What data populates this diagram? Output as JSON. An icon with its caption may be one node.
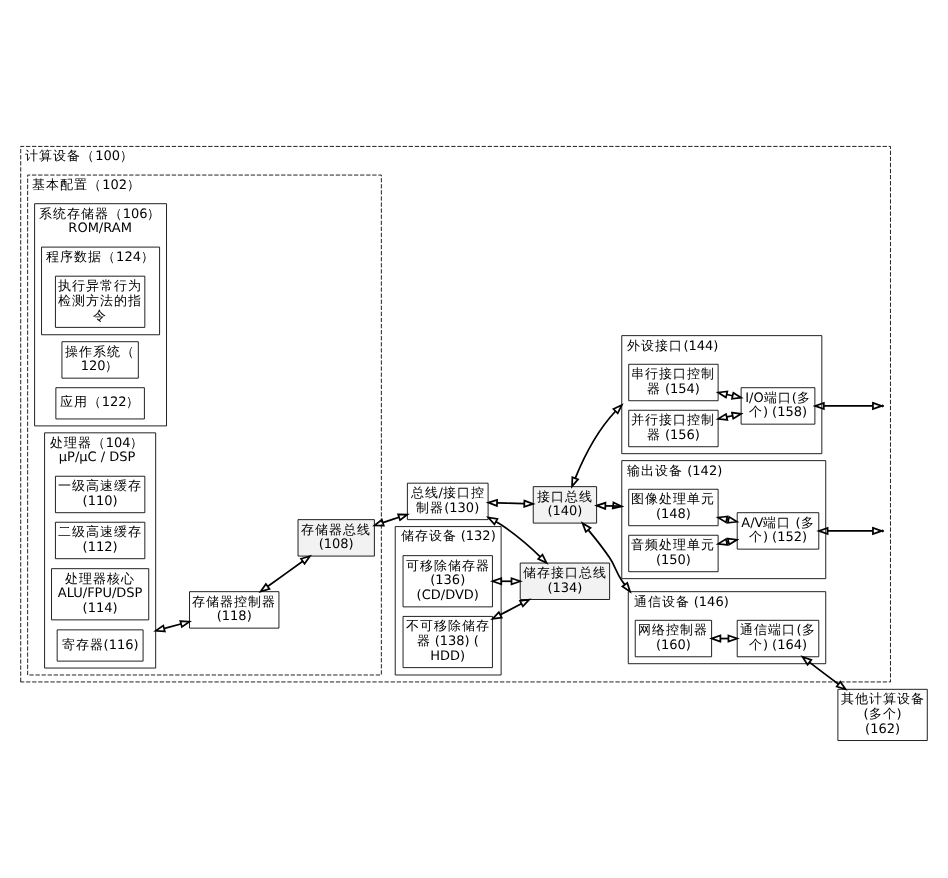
{
  "diagram": {
    "nodes": [
      {
        "text": [
          "计算设备（100）"
        ]
      },
      {
        "text": [
          "基本配置（102）"
        ],
        "in": 0
      },
      {
        "text": [
          "系统存储器（106）",
          "ROM/RAM"
        ],
        "in": 1
      },
      {
        "text": [
          "操作系统（120）"
        ],
        "in": 2
      },
      {
        "text": [
          "应用（122）"
        ],
        "in": 2
      },
      {
        "text": [
          "程序数据（124）"
        ],
        "in": 2
      },
      {
        "text": [
          "执行异常行为检测方法的指令"
        ],
        "in": 5
      },
      {
        "text": [
          "处理器（104）",
          "μP/μC / DSP"
        ],
        "in": 1
      },
      {
        "text": [
          "一级高速缓存(110)"
        ],
        "in": 7
      },
      {
        "text": [
          "二级高速缓存(112)"
        ],
        "in": 7
      },
      {
        "text": [
          "处理器核心 ALU/FPU/DSP (114)"
        ],
        "in": 7
      },
      {
        "text": [
          "寄存器(116)"
        ],
        "in": 7
      },
      {
        "text": [
          "存储器控制器(118)"
        ],
        "in": 1
      },
      {
        "text": [
          "存储器总线 (108)"
        ],
        "in": 1
      },
      {
        "text": [
          "储存设备 (132)"
        ],
        "in": 0
      },
      {
        "text": [
          "可移除储存器(136) (CD/DVD)"
        ],
        "in": 14
      },
      {
        "text": [
          "不可移除储存器 (138) ( HDD)"
        ],
        "in": 14
      },
      {
        "text": [
          "总线/接口控制器(130)"
        ],
        "in": 0
      },
      {
        "text": [
          "储存接口总线 (134)"
        ],
        "in": 0
      },
      {
        "text": [
          "接口总线 (140)"
        ],
        "in": 0
      },
      {
        "text": [
          "输出设备 (142)"
        ],
        "in": 0
      },
      {
        "text": [
          "图像处理单元(148)"
        ],
        "in": 20
      },
      {
        "text": [
          "音频处理单元 (150)"
        ],
        "in": 20
      },
      {
        "text": [
          "A/V端口 (多个) (152)"
        ],
        "in": 20
      },
      {
        "text": [
          "外设接口(144)"
        ],
        "in": 0
      },
      {
        "text": [
          "串行接口控制器 (154)"
        ],
        "in": 24
      },
      {
        "text": [
          "并行接口控制器 (156)"
        ],
        "in": 24
      },
      {
        "text": [
          "I/O端口(多个) (158)"
        ],
        "in": 24
      },
      {
        "text": [
          "通信设备 (146)"
        ],
        "in": 0
      },
      {
        "text": [
          "网络控制器 (160)"
        ],
        "in": 28
      },
      {
        "text": [
          "通信端口(多个) (164)"
        ],
        "in": 28
      },
      {
        "text": [
          "其他计算设备(多个) (162)"
        ]
      }
    ],
    "edges": [
      {
        "from": 7,
        "to": 12,
        "arrow": "both"
      },
      {
        "from": 12,
        "to": 13,
        "arrow": "both"
      },
      {
        "from": 13,
        "to": 17,
        "arrow": "both"
      },
      {
        "from": 15,
        "to": 18,
        "arrow": "both"
      },
      {
        "from": 16,
        "to": 18,
        "arrow": "both"
      },
      {
        "from": 17,
        "to": 18,
        "arrow": "both"
      },
      {
        "from": 17,
        "to": 19,
        "arrow": "both"
      },
      {
        "from": 19,
        "to": 20,
        "arrow": "both"
      },
      {
        "from": 19,
        "to": 24,
        "arrow": "both"
      },
      {
        "from": 19,
        "to": 28,
        "arrow": "both"
      },
      {
        "from": 21,
        "to": 23,
        "arrow": "both"
      },
      {
        "from": 22,
        "to": 23,
        "arrow": "both"
      },
      {
        "from": 23,
        "to": 0,
        "arrow": "both"
      },
      {
        "from": 25,
        "to": 27,
        "arrow": "both"
      },
      {
        "from": 26,
        "to": 27,
        "arrow": "both"
      },
      {
        "from": 27,
        "to": 0,
        "arrow": "both"
      },
      {
        "from": 29,
        "to": 30,
        "arrow": "both"
      },
      {
        "from": 30,
        "to": 31,
        "arrow": "both"
      }
    ]
  }
}
